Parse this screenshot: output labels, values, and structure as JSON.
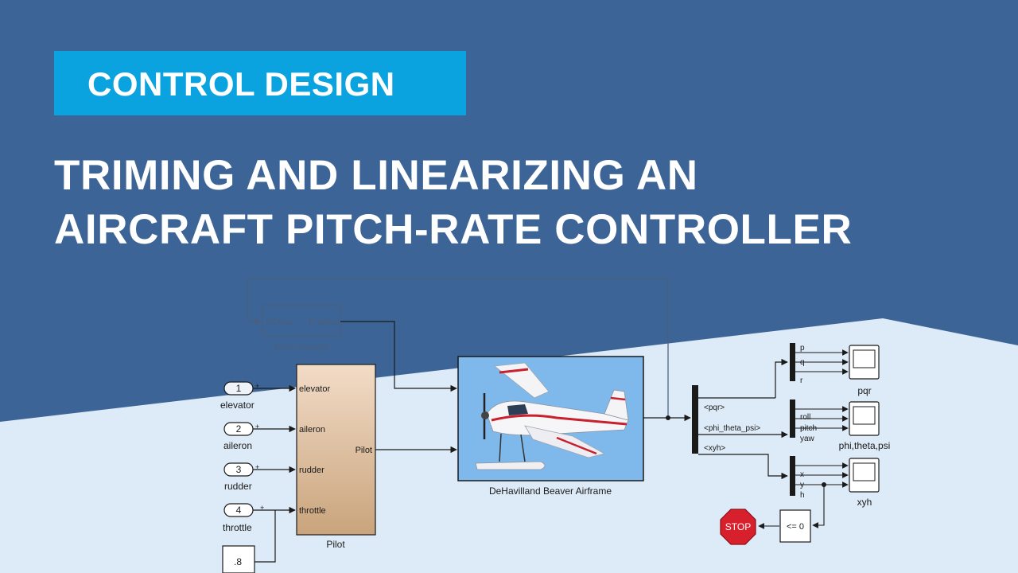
{
  "colors": {
    "top_background": "#3d6496",
    "bottom_background": "#ddeaf7",
    "badge": "#0aa3e0",
    "pilot_block_top": "#f2dcc7",
    "pilot_block_bottom": "#c9a47c",
    "airframe_sky": "#7fb8ea",
    "stop_sign": "#d8202d"
  },
  "header": {
    "badge_label": "CONTROL DESIGN",
    "title_line1": "TRIMING AND LINEARIZING AN",
    "title_line2": "AIRCRAFT PITCH-RATE CONTROLLER"
  },
  "diagram": {
    "environment": {
      "label": "Environment",
      "in_port": "ACBus",
      "out_port": "EnvBus"
    },
    "inports": [
      {
        "number": "1",
        "label": "elevator"
      },
      {
        "number": "2",
        "label": "aileron"
      },
      {
        "number": "3",
        "label": "rudder"
      },
      {
        "number": "4",
        "label": "throttle"
      }
    ],
    "constant_value": ".8",
    "pilot": {
      "label": "Pilot",
      "output": "Pilot",
      "inputs": [
        "elevator",
        "aileron",
        "rudder",
        "throttle"
      ]
    },
    "airframe": {
      "label": "DeHavilland Beaver Airframe",
      "icon": "airplane-icon"
    },
    "bus_signals": [
      "<pqr>",
      "<phi_theta_psi>",
      "<xyh>"
    ],
    "scopes": [
      {
        "label": "pqr",
        "signals": [
          "p",
          "q",
          "r"
        ]
      },
      {
        "label": "phi,theta,psi",
        "signals": [
          "roll",
          "pitch",
          "yaw"
        ]
      },
      {
        "label": "xyh",
        "signals": [
          "x",
          "y",
          "h"
        ]
      }
    ],
    "compare_label": "<= 0",
    "stop_label": "STOP"
  }
}
